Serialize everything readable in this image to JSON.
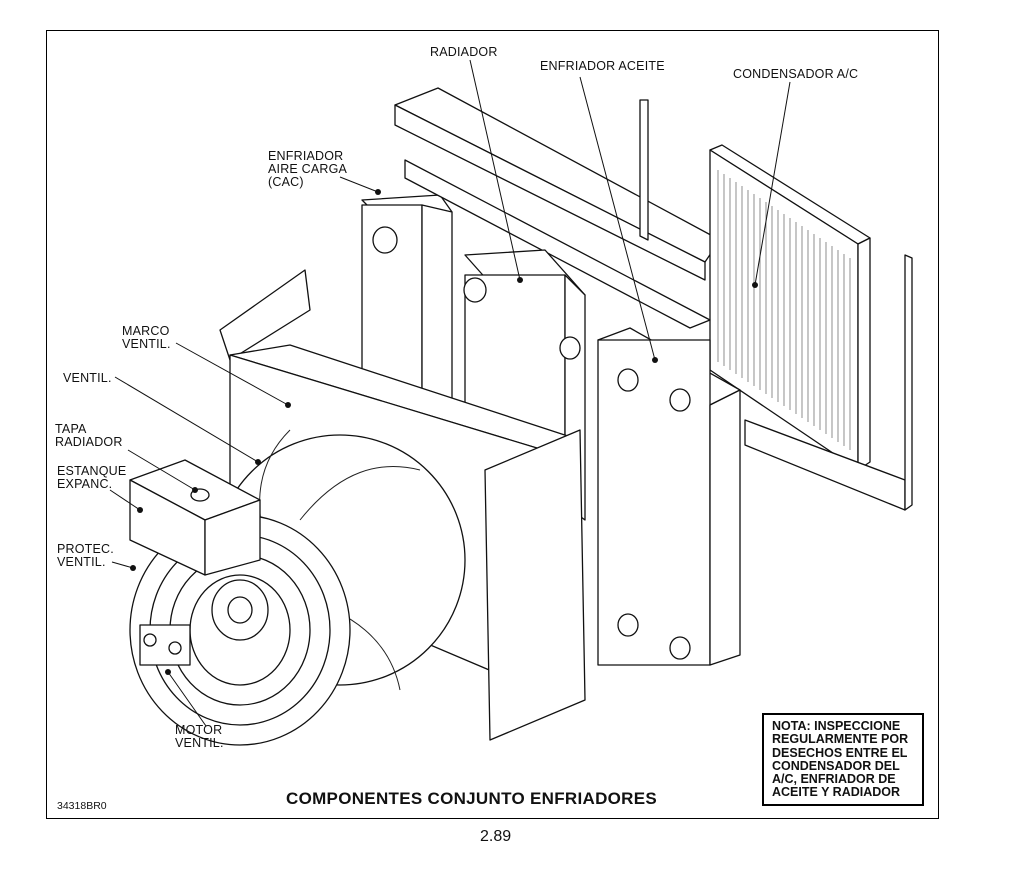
{
  "labels": {
    "radiador": "RADIADOR",
    "enfriador_aceite": "ENFRIADOR ACEITE",
    "condensador": "CONDENSADOR A/C",
    "cac": "ENFRIADOR\nAIRE CARGA\n(CAC)",
    "marco": "MARCO\nVENTIL.",
    "ventil": "VENTIL.",
    "tapa": "TAPA\nRADIADOR",
    "estanque": "ESTANQUE\nEXPANC.",
    "protec": "PROTEC.\nVENTIL.",
    "motor": "MOTOR\nVENTIL."
  },
  "note": "NOTA: INSPECCIONE\nREGULARMENTE POR\nDESECHOS ENTRE EL\nCONDENSADOR DEL\nA/C, ENFRIADOR DE\nACEITE Y RADIADOR",
  "caption": "COMPONENTES CONJUNTO ENFRIADORES",
  "figure_id": "34318BR0",
  "page_number": "2.89"
}
